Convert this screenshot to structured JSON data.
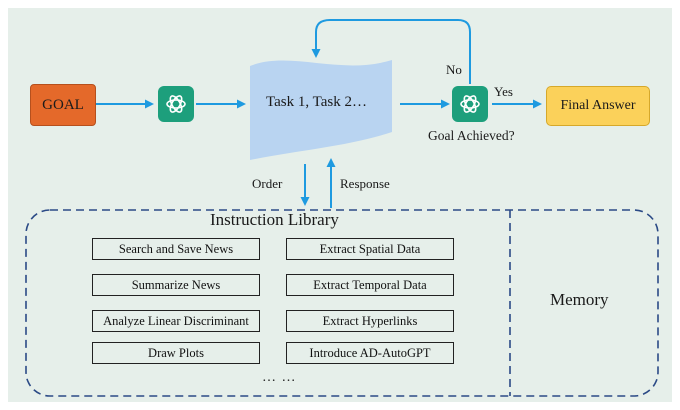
{
  "diagram": {
    "goal_label": "GOAL",
    "tasks_label": "Task 1, Task 2…",
    "decision_label": "Goal Achieved?",
    "no_label": "No",
    "yes_label": "Yes",
    "final_label": "Final Answer",
    "order_label": "Order",
    "response_label": "Response",
    "library_title": "Instruction Library",
    "memory_label": "Memory",
    "more_label": "… …",
    "instructions": [
      "Search and Save News",
      "Extract Spatial Data",
      "Summarize News",
      "Extract Temporal Data",
      "Analyze Linear Discriminant",
      "Extract Hyperlinks",
      "Draw Plots",
      "Introduce AD-AutoGPT"
    ],
    "colors": {
      "background": "#e6efea",
      "goal": "#e4692a",
      "final": "#fbd15a",
      "tasks": "#b9d4f1",
      "gpt": "#1d9f7c",
      "arrow": "#1e9ae0",
      "library_border": "#2b4a86"
    },
    "icons": [
      "openai-icon",
      "openai-icon"
    ]
  }
}
